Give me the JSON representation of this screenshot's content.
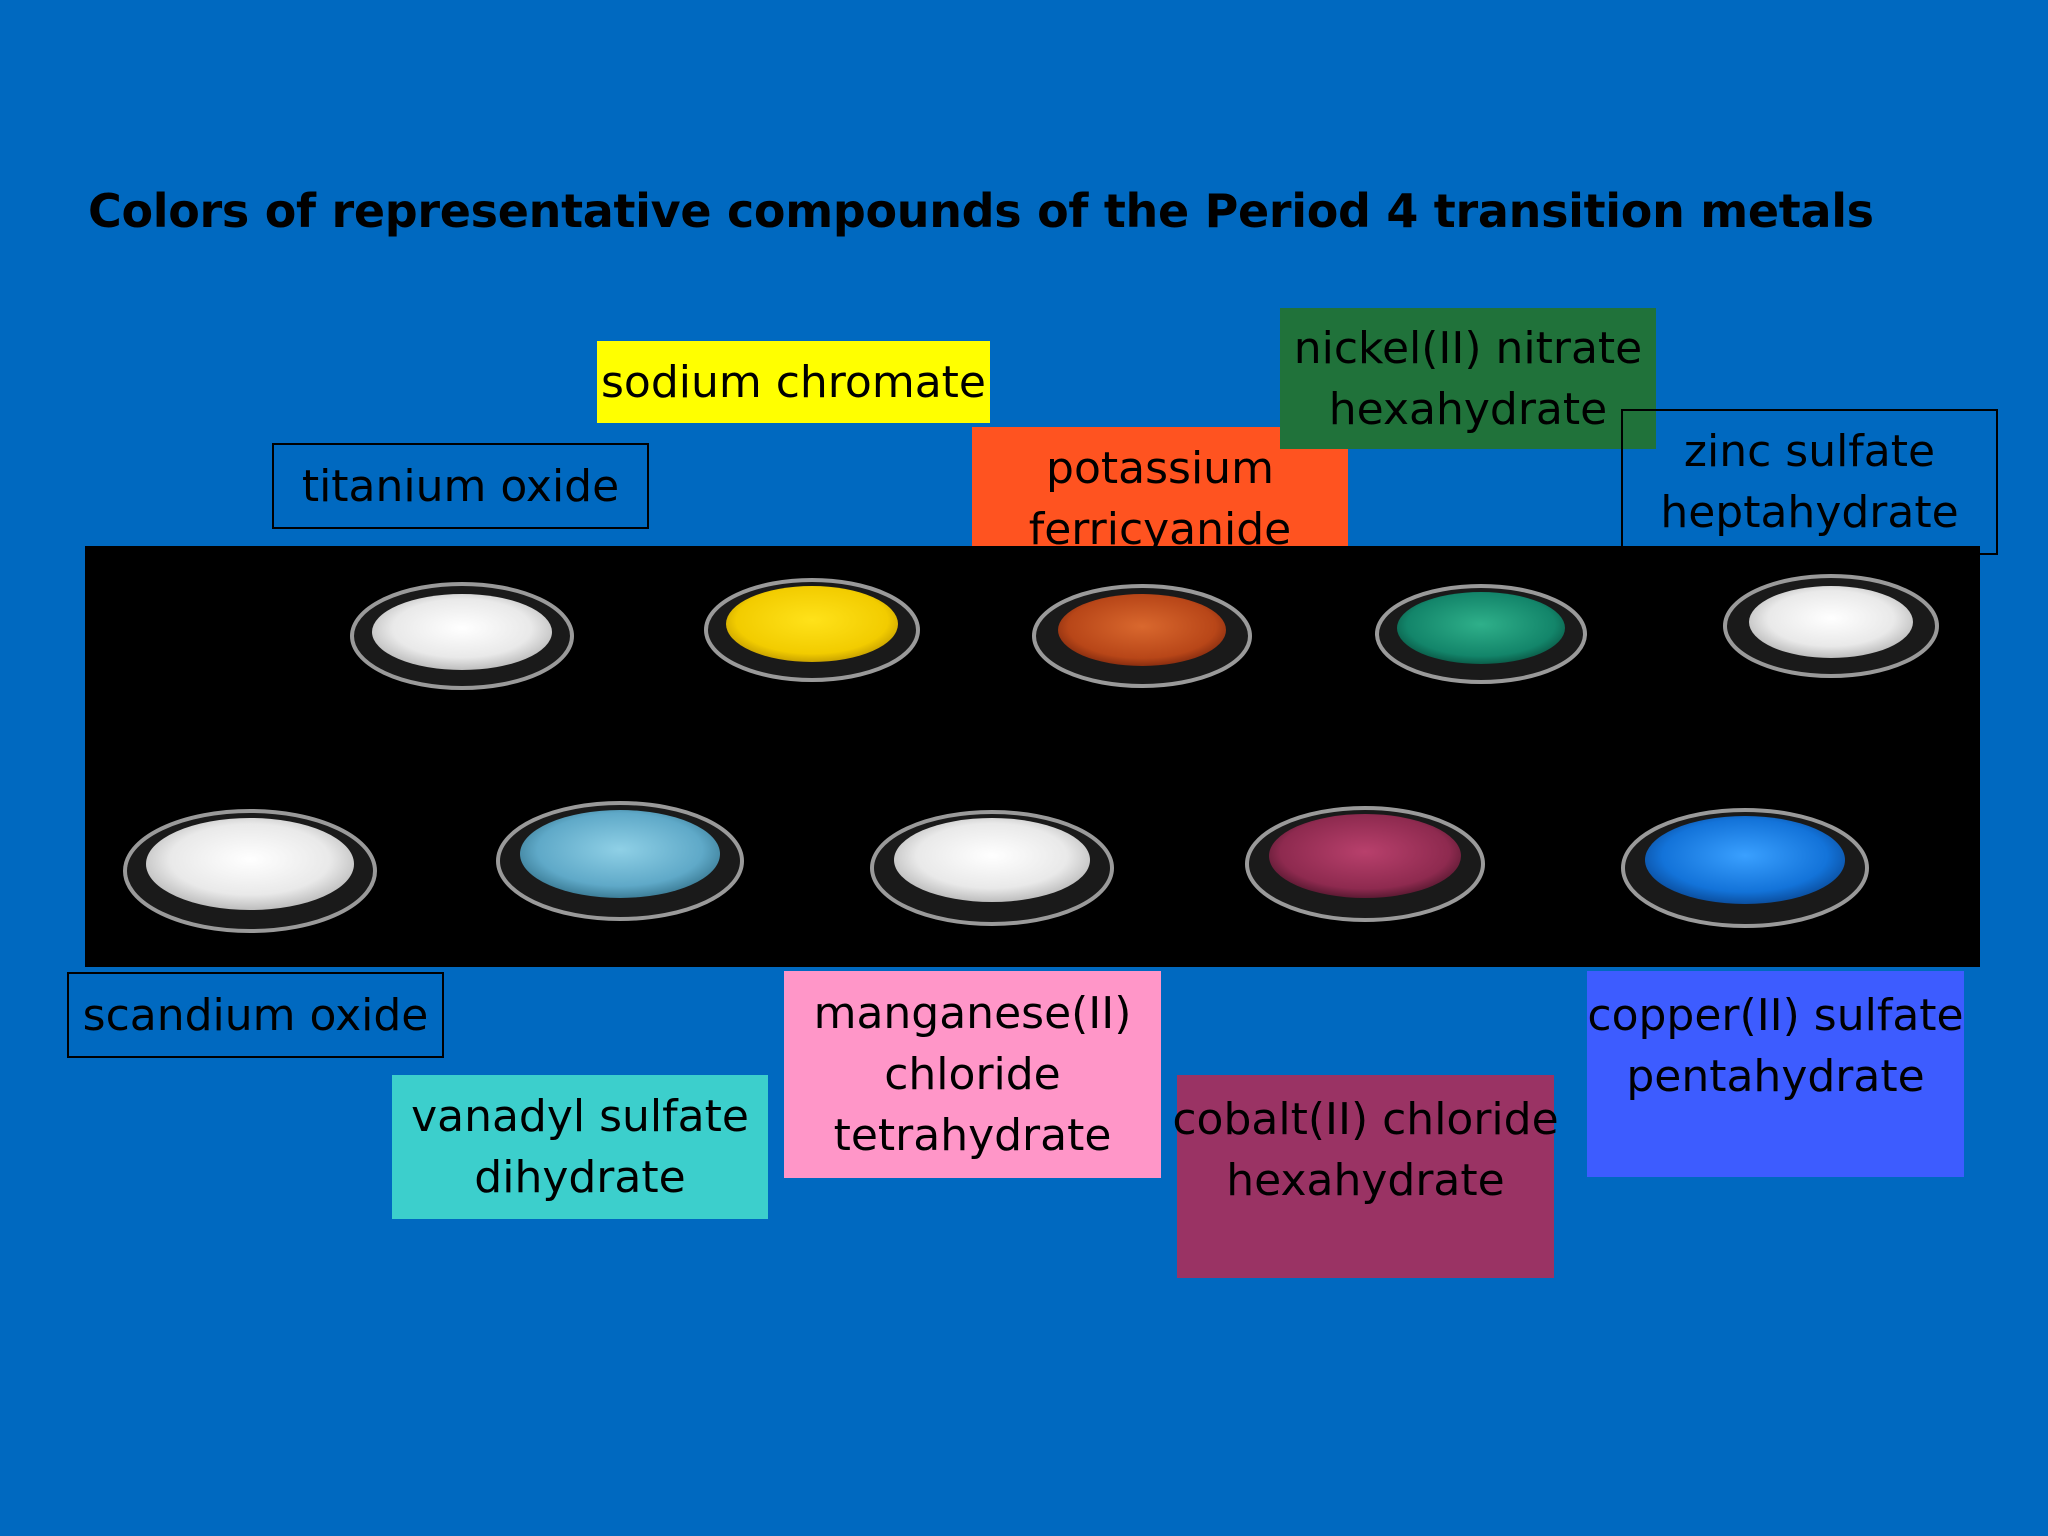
{
  "title": "Colors of representative compounds of the Period 4 transition metals",
  "labels": {
    "titanium_oxide": {
      "lines": [
        "titanium oxide"
      ]
    },
    "sodium_chromate": {
      "lines": [
        "sodium chromate"
      ],
      "color": "#FFFF00"
    },
    "potassium_ferricyanide": {
      "lines": [
        "potassium",
        "ferricyanide"
      ],
      "color": "#FF5320"
    },
    "nickel_nitrate": {
      "lines": [
        "nickel(II) nitrate",
        "hexahydrate"
      ],
      "color": "#20723A"
    },
    "zinc_sulfate": {
      "lines": [
        "zinc sulfate",
        "heptahydrate"
      ]
    },
    "scandium_oxide": {
      "lines": [
        "scandium oxide"
      ]
    },
    "vanadyl_sulfate": {
      "lines": [
        "vanadyl sulfate",
        "dihydrate"
      ],
      "color": "#3CCFCC"
    },
    "manganese_chloride": {
      "lines": [
        "manganese(II)",
        "chloride",
        "tetrahydrate"
      ],
      "color": "#FF96C8"
    },
    "cobalt_chloride": {
      "lines": [
        "cobalt(II) chloride",
        "hexahydrate"
      ],
      "color": "#9A3364"
    },
    "copper_sulfate": {
      "lines": [
        "copper(II) sulfate",
        "pentahydrate"
      ],
      "color": "#3D5CFF"
    }
  },
  "colors": {
    "background": "#0069C0",
    "photo_background": "#000000"
  }
}
